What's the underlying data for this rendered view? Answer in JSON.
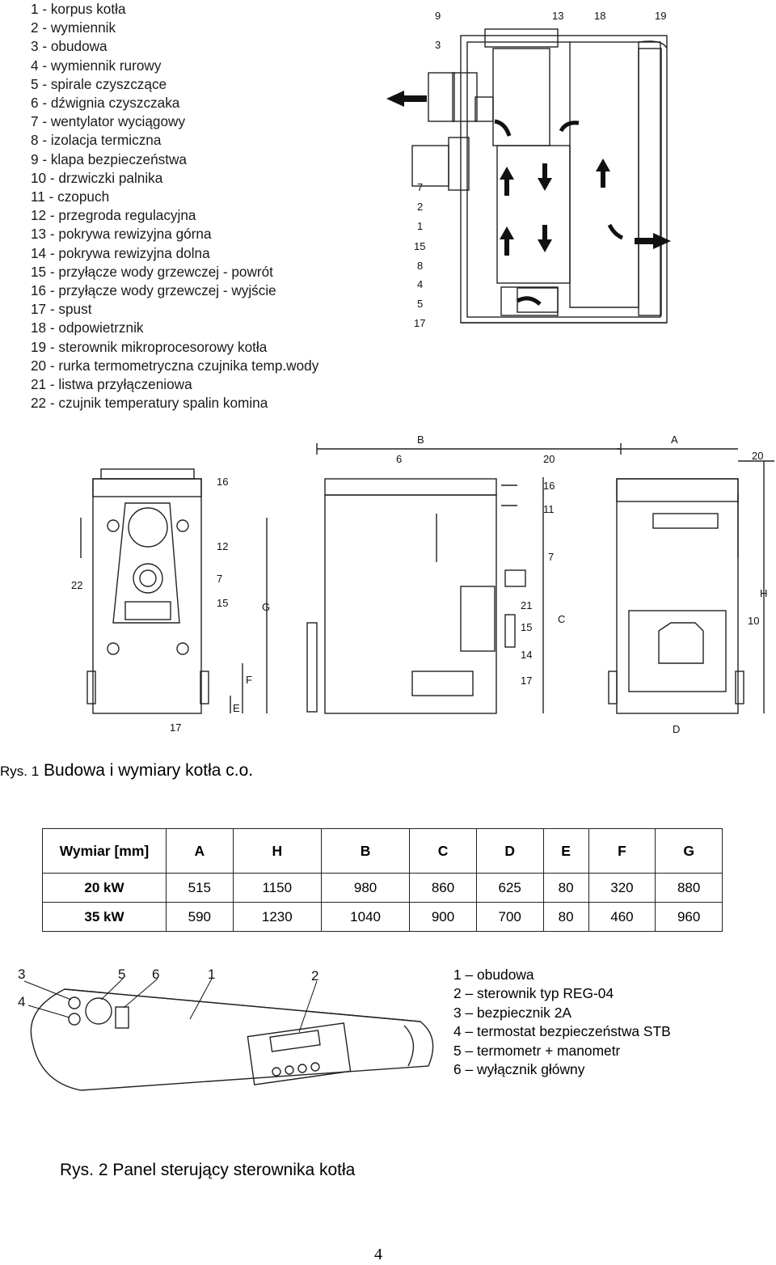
{
  "legend": [
    "1 - korpus kotła",
    "2 - wymiennik",
    "3 - obudowa",
    "4 - wymiennik rurowy",
    "5 - spirale czyszczące",
    "6 - dźwignia czyszczaka",
    "7 - wentylator wyciągowy",
    "8 - izolacja termiczna",
    "9 - klapa bezpieczeństwa",
    "10 - drzwiczki palnika",
    "11 - czopuch",
    "12 - przegroda regulacyjna",
    "13 - pokrywa rewizyjna górna",
    "14 - pokrywa rewizyjna dolna",
    "15 - przyłącze wody grzewczej - powrót",
    "16 - przyłącze wody grzewczej - wyjście",
    "17 - spust",
    "18 - odpowietrznik",
    "19 - sterownik mikroprocesorowy kotła",
    "20 - rurka termometryczna czujnika temp.wody",
    "21 - listwa przyłączeniowa",
    "22 - czujnik temperatury spalin komina"
  ],
  "section_labels": {
    "top": [
      "9",
      "13",
      "18",
      "19"
    ],
    "left": [
      "3",
      "7",
      "2",
      "1",
      "15",
      "8",
      "4",
      "5",
      "17"
    ]
  },
  "views_labels": {
    "front": [
      "16",
      "12",
      "22",
      "7",
      "15",
      "G",
      "F",
      "E",
      "17"
    ],
    "side": [
      "B",
      "6",
      "20",
      "16",
      "11",
      "7",
      "21",
      "15",
      "C",
      "14",
      "17"
    ],
    "rear": [
      "A",
      "20",
      "H",
      "10",
      "D"
    ]
  },
  "figure1": {
    "prefix": "Rys. 1",
    "title": "Budowa i wymiary kotła c.o."
  },
  "dimensions_table": {
    "header": [
      "Wymiar [mm]",
      "A",
      "H",
      "B",
      "C",
      "D",
      "E",
      "F",
      "G"
    ],
    "rows": [
      [
        "20 kW",
        "515",
        "1150",
        "980",
        "860",
        "625",
        "80",
        "320",
        "880"
      ],
      [
        "35 kW",
        "590",
        "1230",
        "1040",
        "900",
        "700",
        "80",
        "460",
        "960"
      ]
    ]
  },
  "panel_callouts": [
    "3",
    "4",
    "5",
    "6",
    "1",
    "2"
  ],
  "panel_legend": [
    "1 – obudowa",
    "2 – sterownik typ REG-04",
    "3 – bezpiecznik  2A",
    "4 – termostat bezpieczeństwa STB",
    "5 – termometr + manometr",
    "6 – wyłącznik główny"
  ],
  "figure2": {
    "prefix": "Rys. 2",
    "title": "Panel sterujący sterownika  kotła"
  },
  "page_number": "4"
}
